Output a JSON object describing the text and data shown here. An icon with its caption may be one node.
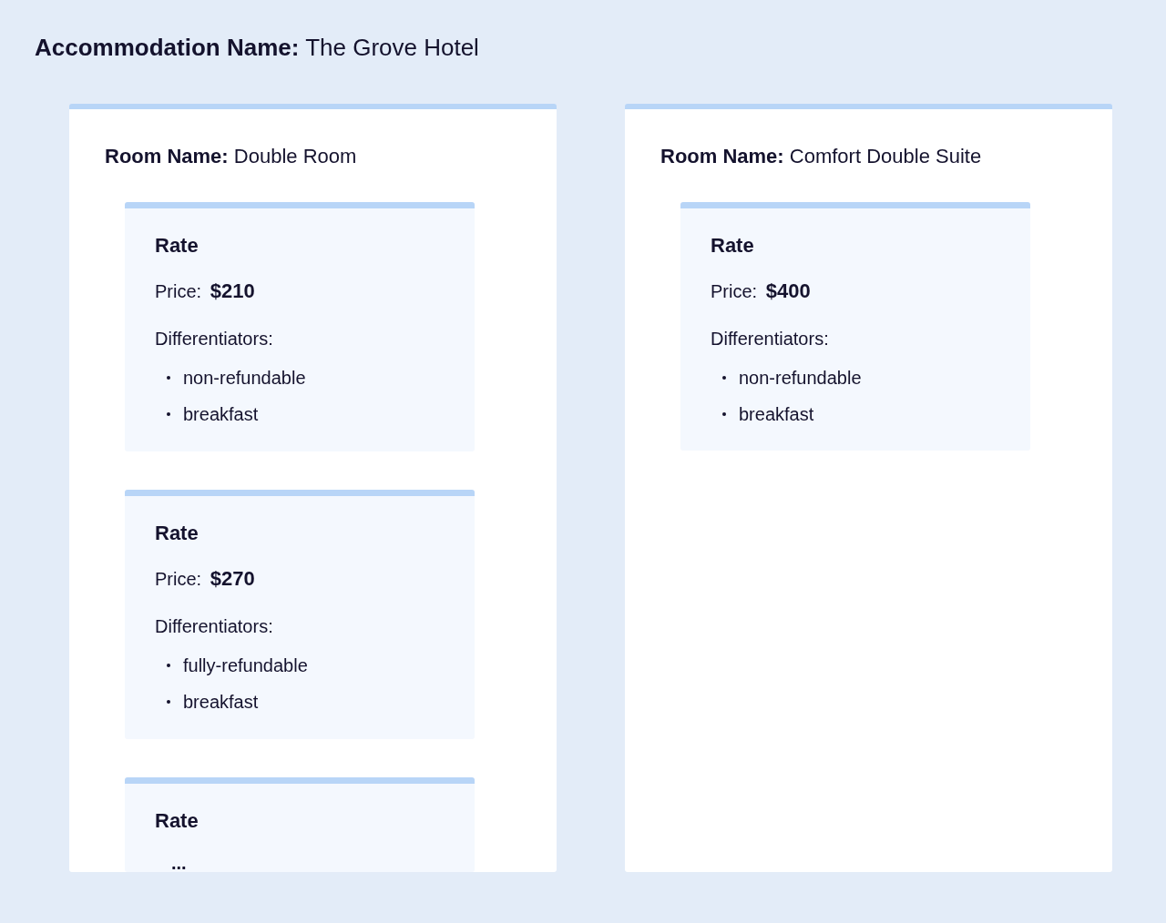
{
  "diagram": {
    "title": "**Accommodation Name:** The Grove Hotel",
    "nodes": [
      {
        "text": [
          "**Room Name:** Double Room"
        ]
      },
      {
        "text": [
          "Rate",
          "Price: **$210**",
          "Differentiators:",
          "non-refundable",
          "breakfast"
        ],
        "in": 0
      },
      {
        "text": [
          "Rate",
          "Price: **$270**",
          "Differentiators:",
          "fully-refundable",
          "breakfast"
        ],
        "in": 0
      },
      {
        "text": [
          "Rate",
          "..."
        ],
        "in": 0
      },
      {
        "text": [
          "**Room Name:** Comfort Double Suite"
        ]
      },
      {
        "text": [
          "Rate",
          "Price: **$400**",
          "Differentiators:",
          "non-refundable",
          "breakfast"
        ],
        "in": 4
      }
    ]
  }
}
